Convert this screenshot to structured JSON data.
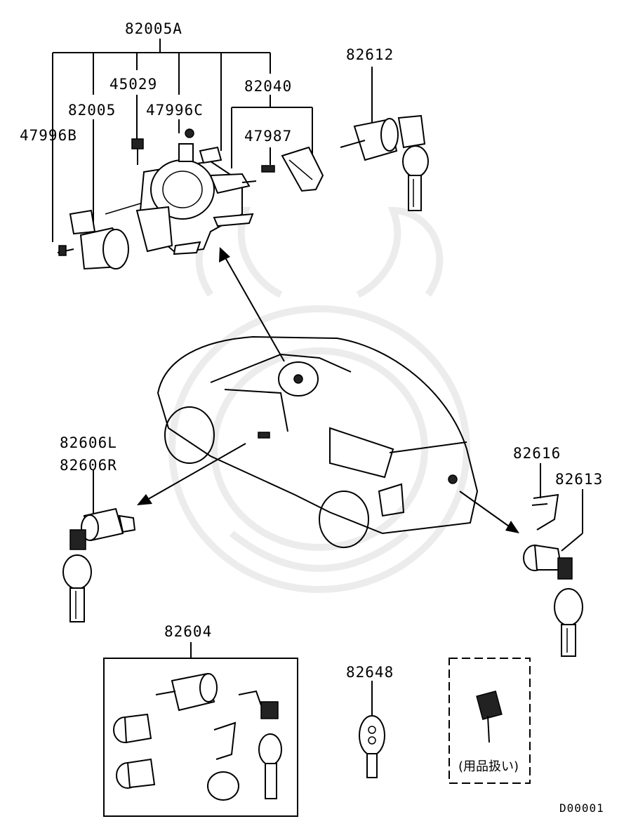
{
  "labels": {
    "p82005A": "82005A",
    "p45029": "45029",
    "p82040": "82040",
    "p82005": "82005",
    "p47996C": "47996C",
    "p47987": "47987",
    "p47996B": "47996B",
    "p82612": "82612",
    "p82606L": "82606L",
    "p82606R": "82606R",
    "p82616": "82616",
    "p82613": "82613",
    "p82604": "82604",
    "p82648": "82648",
    "note_jp": "(用品扱い)",
    "code": "D00001"
  },
  "colors": {
    "line": "#000000",
    "watermark": "#ececec",
    "background": "#ffffff"
  }
}
